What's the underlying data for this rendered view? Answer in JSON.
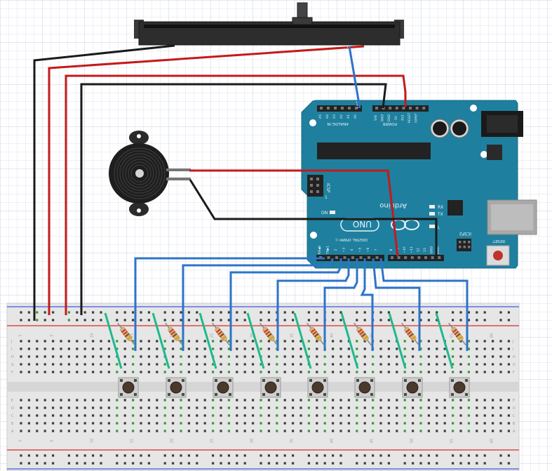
{
  "arduino": {
    "brand": "Arduino",
    "model": "UNO",
    "power_header_label": "POWER",
    "analog_header_label": "ANALOG IN",
    "digital_header_label": "DIGITAL (PWM~)",
    "power_pins": [
      "IOREF",
      "RESET",
      "3V3",
      "5V",
      "GND",
      "GND",
      "VIN"
    ],
    "analog_pins": [
      "A0",
      "A1",
      "A2",
      "A3",
      "A4",
      "A5"
    ],
    "digital_pins_low": [
      "7",
      "~6",
      "~5",
      "4",
      "~3",
      "2",
      "TX▶1",
      "RX◀0"
    ],
    "digital_pins_high": [
      "AREF",
      "GND",
      "13",
      "12",
      "~11",
      "~10",
      "~9",
      "8"
    ],
    "on_label": "ON",
    "tx_label": "TX",
    "rx_label": "RX",
    "l_label": "L",
    "icsp_label": "ICSP",
    "icsp2_label": "ICSP2",
    "reset_label": "RESET",
    "icsp_pin1": "1"
  },
  "breadboard": {
    "column_numbers": [
      "1",
      "5",
      "10",
      "15",
      "20",
      "25",
      "30",
      "35",
      "40",
      "45",
      "50",
      "55",
      "60"
    ],
    "row_letters_top": [
      "J",
      "I",
      "H",
      "G",
      "F"
    ],
    "row_letters_bottom": [
      "E",
      "D",
      "C",
      "B",
      "A"
    ]
  },
  "components": {
    "slide_potentiometer": "slide-potentiometer",
    "piezo_buzzer": "piezo-buzzer",
    "pushbutton_count": 8,
    "resistor_count": 8
  },
  "colors": {
    "board": "#1f7f9e",
    "board_dark": "#146a86",
    "wire_red": "#c41a1a",
    "wire_black": "#1a1a1a",
    "wire_blue": "#2d73c9",
    "wire_teal": "#1fb890",
    "breadboard": "#e4e4e4",
    "rail_red": "#e03030",
    "rail_blue": "#3050e0"
  }
}
